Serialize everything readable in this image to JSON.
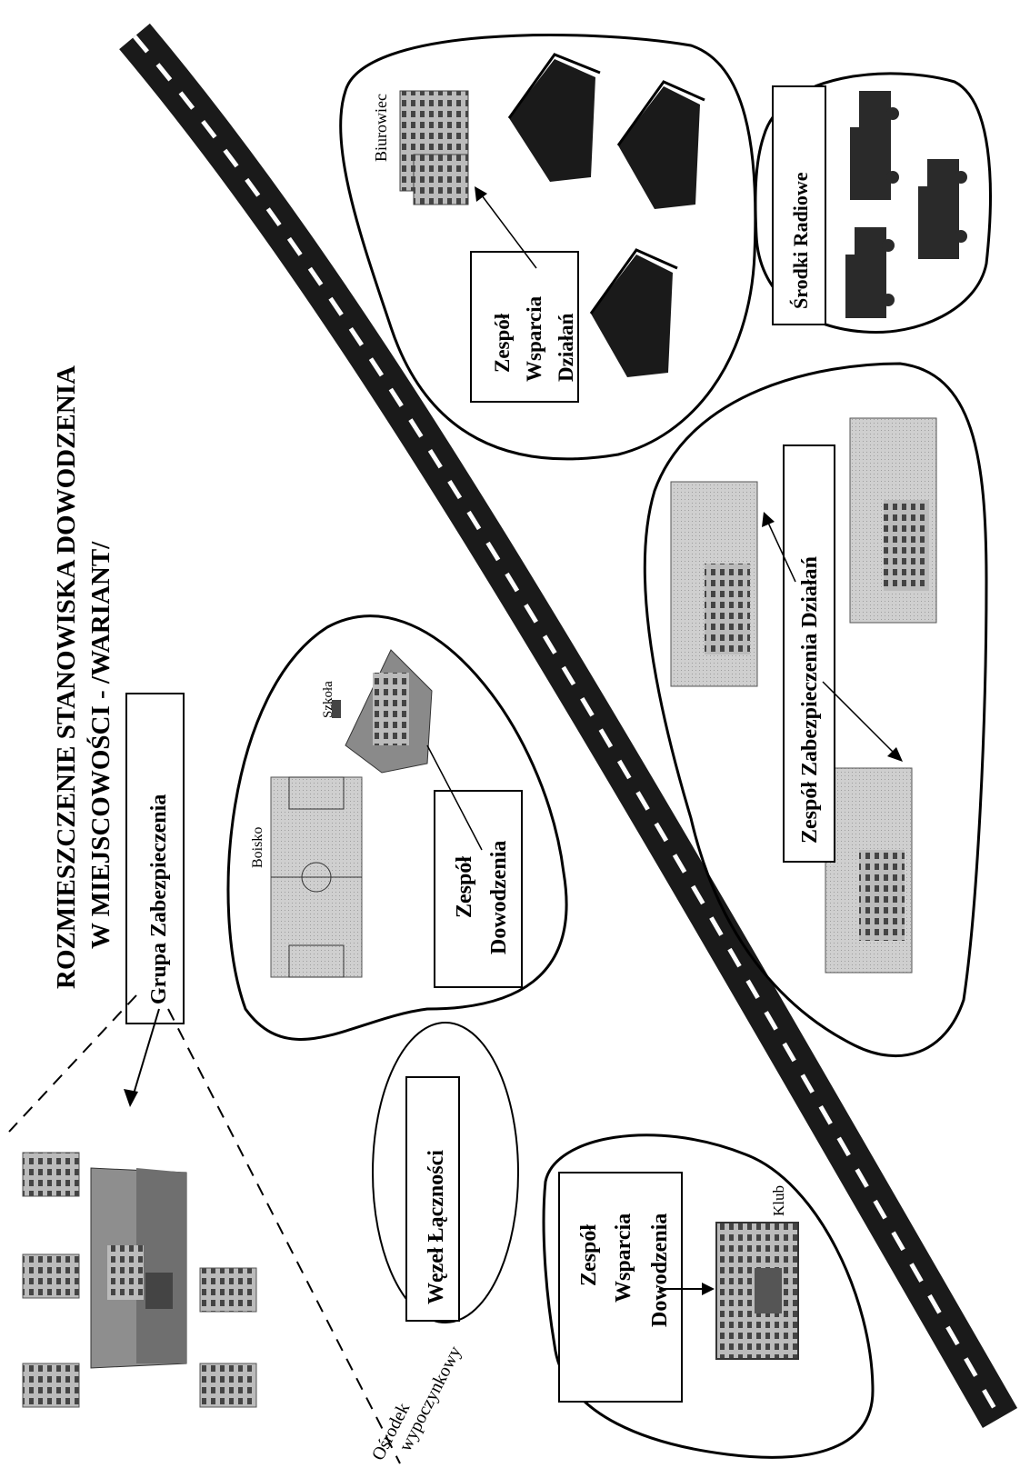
{
  "title": {
    "line1": "ROZMIESZCZENIE STANOWISKA DOWODZENIA",
    "line2": "W MIEJSCOWOŚCI - /WARIANT/"
  },
  "groups": {
    "grupa_zabezpieczenia": "Grupa Zabezpieczenia",
    "wezel_lacznosci": "Węzeł Łączności",
    "zespol_dowodzenia": [
      "Zespół",
      "Dowodzenia"
    ],
    "zespol_wsparcia_dowodzenia": [
      "Zespół",
      "Wsparcia",
      "Dowodzenia"
    ],
    "zespol_zabezpieczenia_dzialan": "Zespół Zabezpieczenia Działań",
    "zespol_wsparcia_dzialan": [
      "Zespół",
      "Wsparcia",
      "Działań"
    ],
    "srodki_radiowe": "Środki Radiowe"
  },
  "places": {
    "boisko": "Boisko",
    "szkola": "Szkoła",
    "klub": "Klub",
    "biurowiec": "Biurowiec",
    "osrodek": "Ośrodek",
    "wypoczynkowy": "wypoczynkowy"
  },
  "colors": {
    "ink": "#000000",
    "road": "#1a1a1a",
    "building_light": "#c8c8c8",
    "building_mid": "#9a9a9a",
    "building_dark": "#555555",
    "field": "#bdbdbd"
  }
}
